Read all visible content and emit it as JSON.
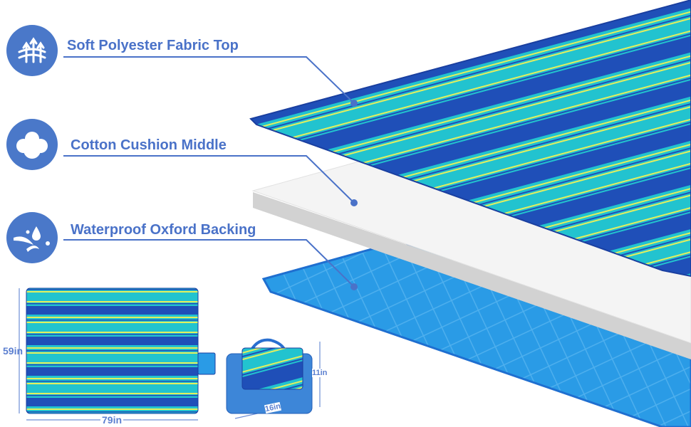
{
  "features": [
    {
      "label": "Soft Polyester Fabric Top",
      "icon": "breathable-fabric-icon"
    },
    {
      "label": "Cotton Cushion Middle",
      "icon": "cotton-icon"
    },
    {
      "label": "Waterproof Oxford Backing",
      "icon": "water-splash-icon"
    }
  ],
  "dimensions": {
    "mat_height": "59in",
    "mat_width": "79in",
    "folded_height": "11in",
    "folded_width": "16in"
  },
  "colors": {
    "accent": "#4a78c9",
    "stripe_dark_blue": "#1f4fb8",
    "stripe_teal": "#22c3cf",
    "stripe_yellow": "#e3ef5e",
    "backing_blue": "#2a9be6",
    "foam_white": "#f4f4f4"
  }
}
